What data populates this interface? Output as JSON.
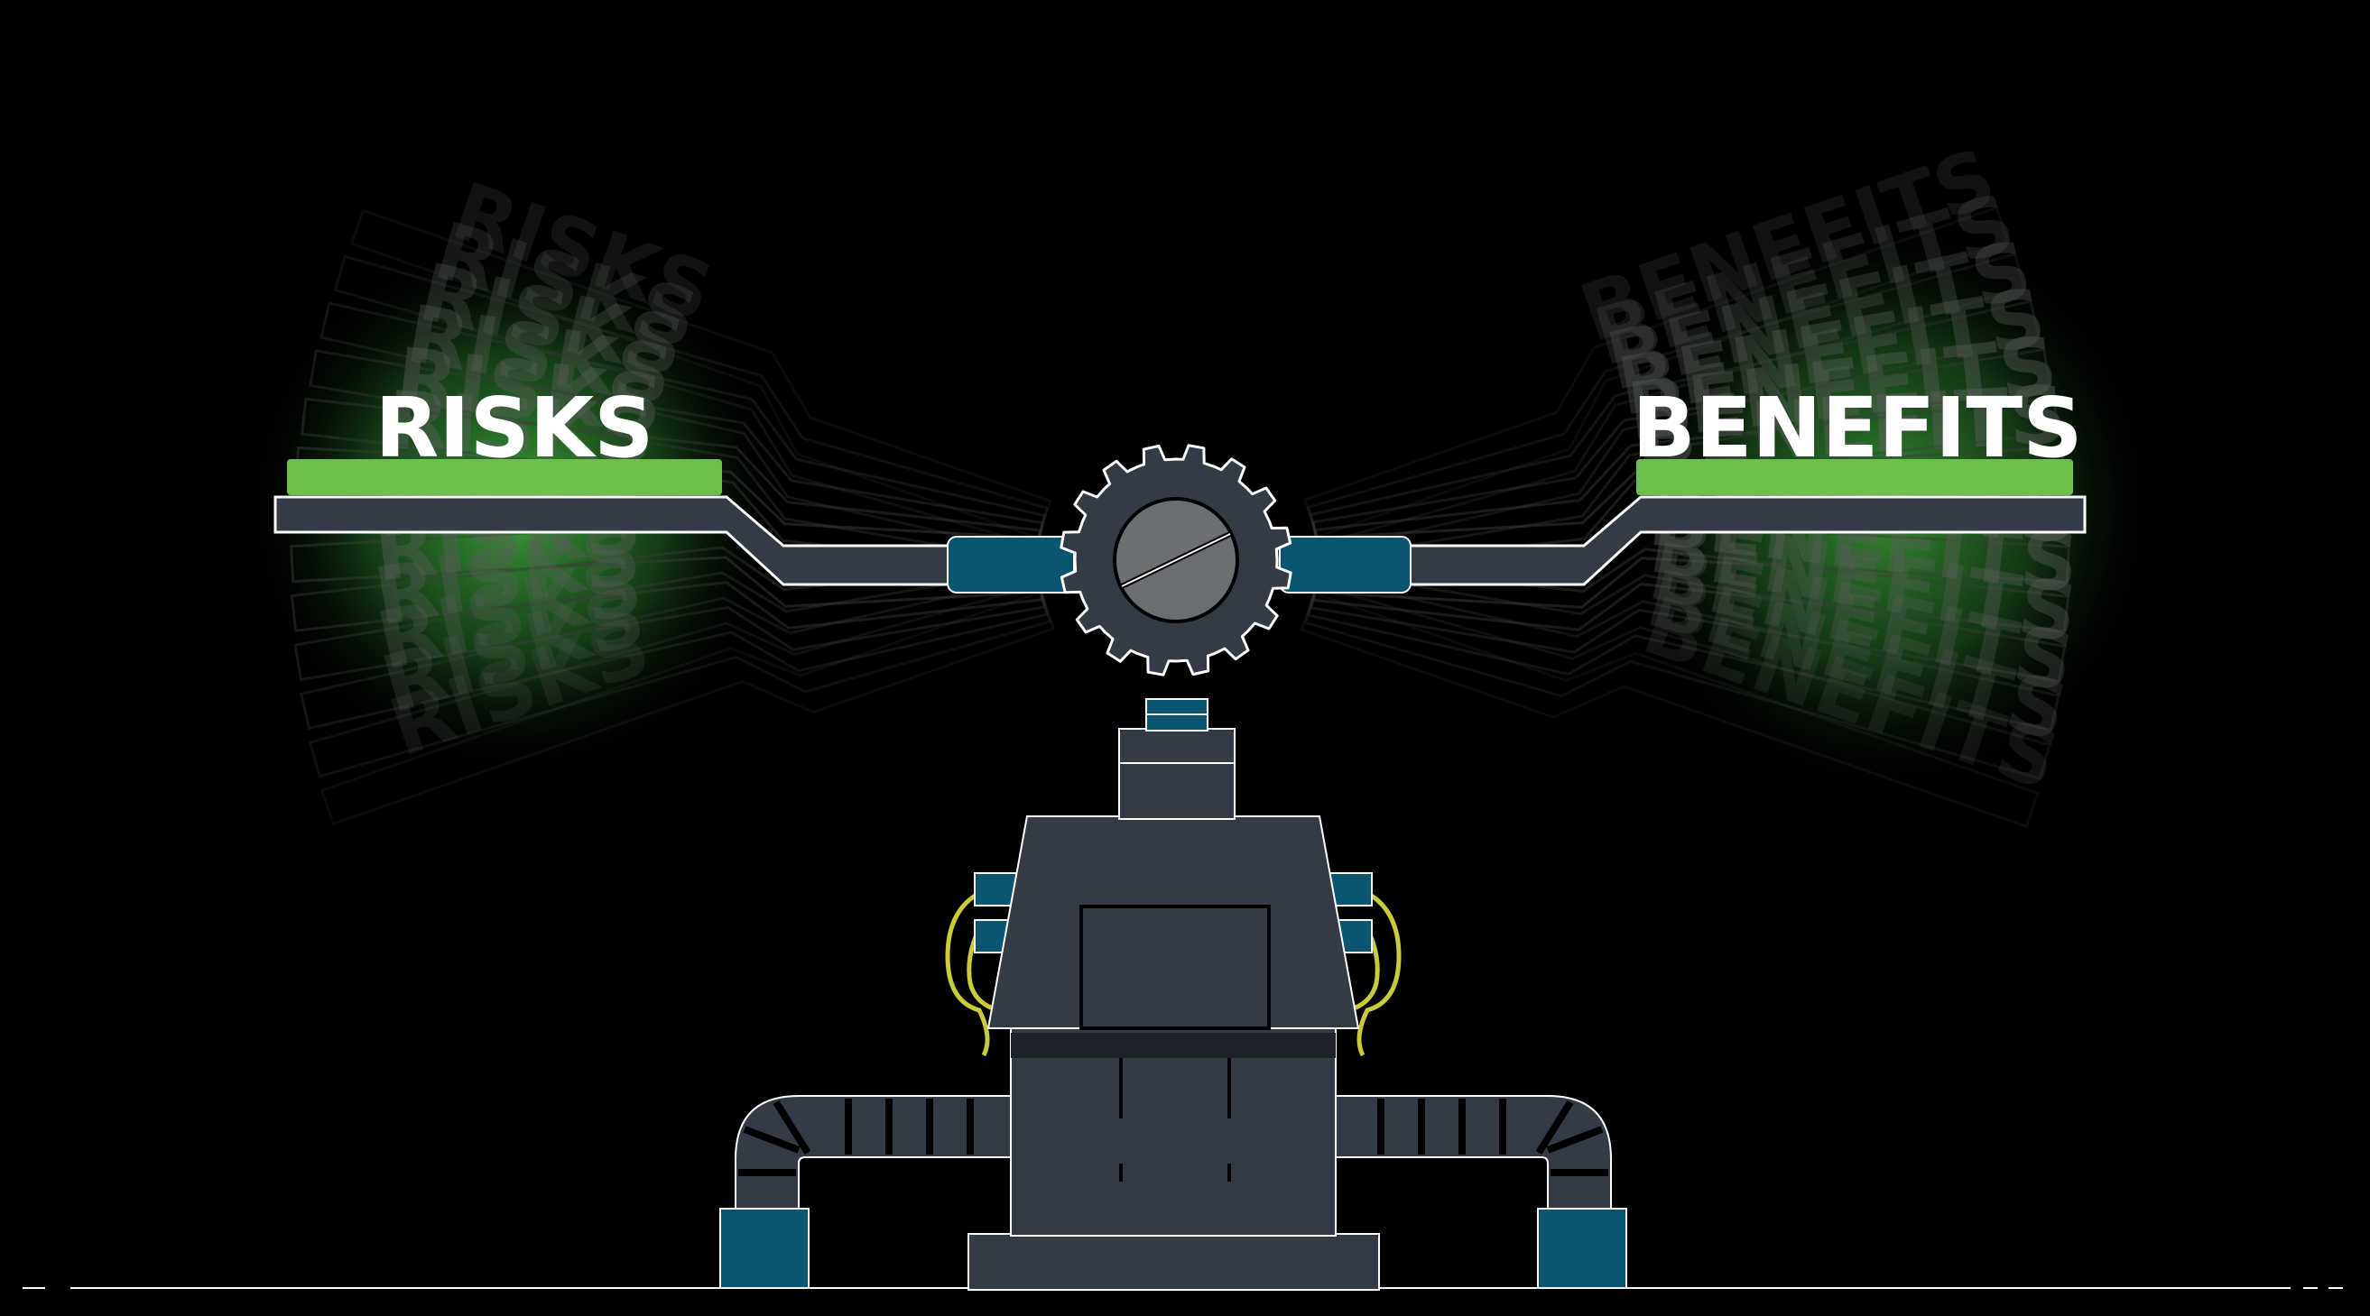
{
  "scale": {
    "left_label": "RISKS",
    "right_label": "BENEFITS",
    "ghost_count": 6
  },
  "colors": {
    "background": "#000000",
    "body": "#353b46",
    "outline": "#ffffff",
    "pan_green": "#6bbf4a",
    "glow_green": "#49c244",
    "teal": "#0a5670",
    "knob": "#6b6e73",
    "wire": "#c8cc3a",
    "ghost_text": "#5a5f5a",
    "ghost_outline": "#3d3d3d"
  }
}
